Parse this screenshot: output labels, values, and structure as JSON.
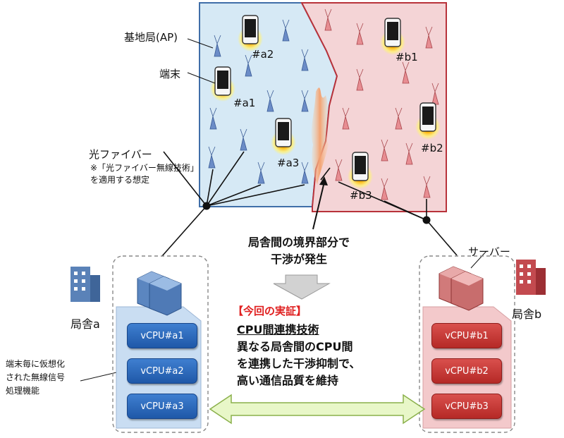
{
  "labels": {
    "base_station": "基地局(AP)",
    "terminal": "端末",
    "fiber": "光ファイバー",
    "fiber_note": "※「光ファイバー無線技術」を適用する想定",
    "interference": [
      "局舎間の境界部分で",
      "干渉が発生"
    ],
    "server": "サーバー",
    "office_a": "局舎a",
    "office_b": "局舎b",
    "demo_title": "【今回の実証】",
    "tech_name": "CPU間連携技術",
    "tech_desc": [
      "異なる局舎間のCPU間",
      "を連携した干渉抑制で、",
      "高い通信品質を維持"
    ],
    "vcpu_note": [
      "端末毎に仮想化",
      "された無線信号",
      "処理機能"
    ]
  },
  "devices_a": [
    "#a1",
    "#a2",
    "#a3"
  ],
  "devices_b": [
    "#b1",
    "#b2",
    "#b3"
  ],
  "vcpus_a": [
    "vCPU#a1",
    "vCPU#a2",
    "vCPU#a3"
  ],
  "vcpus_b": [
    "vCPU#b1",
    "vCPU#b2",
    "vCPU#b3"
  ],
  "colors": {
    "area_a": "#d6e9f5",
    "area_a_border": "#3f6ea8",
    "area_b": "#f4d4d6",
    "area_b_border": "#b8323a",
    "vcpu_a": "#2b67b8",
    "vcpu_b": "#c43a36",
    "demo_title": "#e02020",
    "arrow_fill": "#e8f7c8",
    "arrow_border": "#8ab04a"
  }
}
